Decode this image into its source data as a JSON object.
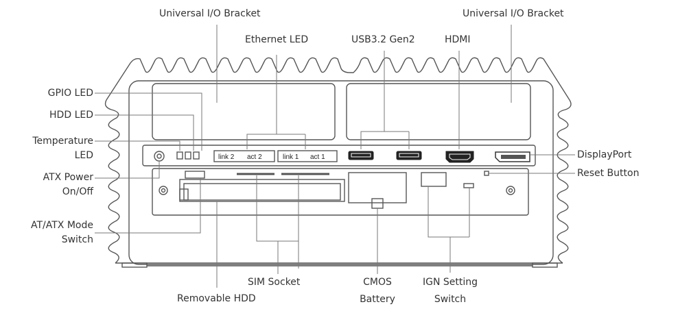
{
  "labels": {
    "uio_left": "Universal I/O Bracket",
    "uio_right": "Universal I/O Bracket",
    "ethernet_led": "Ethernet LED",
    "usb": "USB3.2 Gen2",
    "hdmi": "HDMI",
    "gpio_led": "GPIO LED",
    "hdd_led": "HDD LED",
    "temp_led_1": "Temperature",
    "temp_led_2": "LED",
    "atx_power_1": "ATX Power",
    "atx_power_2": "On/Off",
    "atx_mode_1": "AT/ATX Mode",
    "atx_mode_2": "Switch",
    "displayport": "DisplayPort",
    "reset_button": "Reset Button",
    "sim_socket": "SIM Socket",
    "removable_hdd": "Removable HDD",
    "cmos_1": "CMOS",
    "cmos_2": "Battery",
    "ign_1": "IGN Setting",
    "ign_2": "Switch"
  },
  "panel_text": {
    "link2": "link 2",
    "act2": "act 2",
    "link1": "link 1",
    "act1": "act 1"
  },
  "colors": {
    "line": "#555555",
    "panel_stroke": "#444444",
    "port_fill": "#222222",
    "text": "#333333"
  }
}
